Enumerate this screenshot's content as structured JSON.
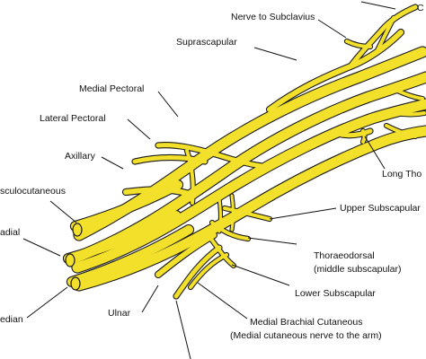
{
  "colors": {
    "nerve": "#f2e02a",
    "outline": "#1a1a1a",
    "text": "#111111",
    "background": "#ffffff"
  },
  "labels": {
    "c_partial": "C",
    "nerve_to_subclavius": "Nerve to Subclavius",
    "suprascapular": "Suprascapular",
    "medial_pectoral": "Medial Pectoral",
    "lateral_pectoral": "Lateral Pectoral",
    "axillary": "Axillary",
    "musculocutaneous": "sculocutaneous",
    "radial": "adial",
    "median": "edian",
    "ulnar": "Ulnar",
    "long_thoracic": "Long Tho",
    "upper_subscapular": "Upper Subscapular",
    "thoracodorsal": "Thoraeodorsal",
    "thoracodorsal_sub": "(middle subscapular)",
    "lower_subscapular": "Lower Subscapular",
    "medial_brachial_cutaneous": "Medial Brachial Cutaneous",
    "medial_brachial_cutaneous_sub": "(Medial cutaneous nerve to the arm)"
  }
}
